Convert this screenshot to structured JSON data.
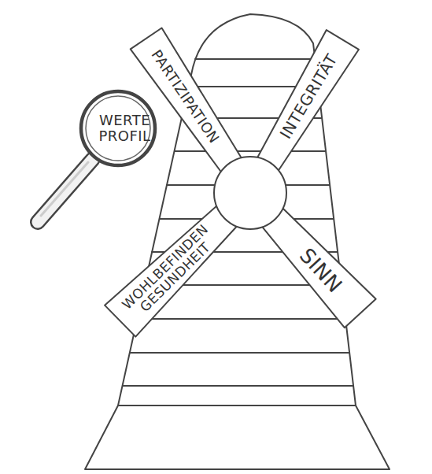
{
  "diagram": {
    "nodes": [
      {
        "text": [
          "PARTIZIPATION"
        ]
      },
      {
        "text": [
          "INTEGRITÄT"
        ]
      },
      {
        "text": [
          "WERTE PROFIL"
        ]
      },
      {
        "text": [
          "WOHLBEFINDEN GESUNDHEIT"
        ]
      },
      {
        "text": [
          "SINN"
        ]
      }
    ]
  }
}
